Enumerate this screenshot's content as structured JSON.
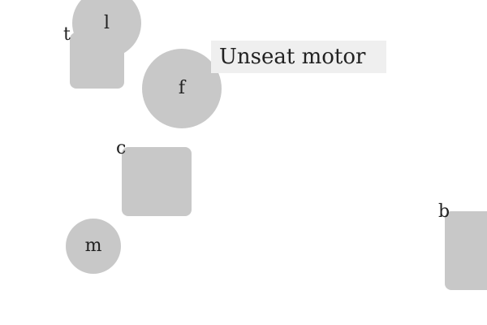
{
  "instruction": {
    "text": "Unseat motor",
    "background": "#efefef"
  },
  "shapes": [
    {
      "id": "t",
      "kind": "rounded-square",
      "label": "t"
    },
    {
      "id": "l",
      "kind": "circle",
      "label": "l"
    },
    {
      "id": "f",
      "kind": "circle",
      "label": "f"
    },
    {
      "id": "c",
      "kind": "rounded-square",
      "label": "c"
    },
    {
      "id": "m",
      "kind": "circle",
      "label": "m"
    },
    {
      "id": "b",
      "kind": "rounded-square",
      "label": "b"
    }
  ],
  "colors": {
    "shape_fill": "#c8c8c8",
    "text": "#222222",
    "background": "#ffffff"
  }
}
